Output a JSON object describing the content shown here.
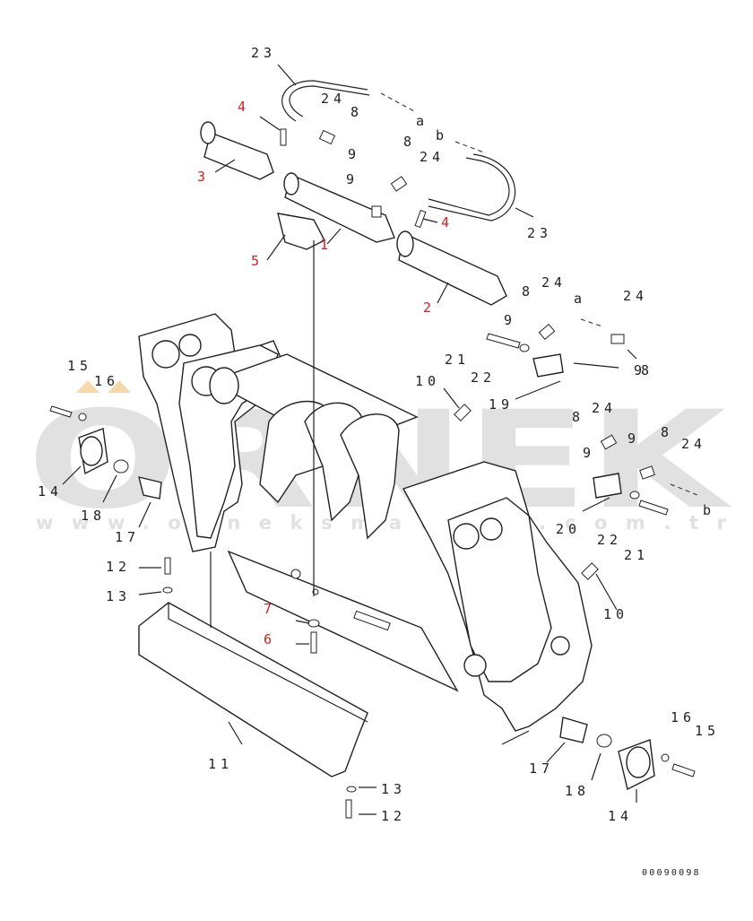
{
  "watermark": {
    "brand": "ORNEK",
    "site": "www.orneksmakina.com.tr"
  },
  "drawing_code": "00090098",
  "callouts": {
    "c1": "1",
    "c2": "2",
    "c3": "3",
    "c4a": "4",
    "c4b": "4",
    "c5": "5",
    "c6": "6",
    "c7": "7",
    "c8a": "8",
    "c8b": "8",
    "c8c": "8",
    "c8d": "8",
    "c8e": "8",
    "c8f": "8",
    "c9a": "9",
    "c9b": "9",
    "c9c": "9",
    "c9d": "9",
    "c9e": "9",
    "c9f": "9",
    "c10a": "10",
    "c10b": "10",
    "c11": "11",
    "c12a": "12",
    "c12b": "12",
    "c13a": "13",
    "c13b": "13",
    "c14a": "14",
    "c14b": "14",
    "c15a": "15",
    "c15b": "15",
    "c16a": "16",
    "c16b": "16",
    "c17a": "17",
    "c17b": "17",
    "c18a": "18",
    "c18b": "18",
    "c19": "19",
    "c20": "20",
    "c21a": "21",
    "c21b": "21",
    "c22a": "22",
    "c22b": "22",
    "c23a": "23",
    "c23b": "23",
    "c24a": "24",
    "c24b": "24",
    "c24c": "24",
    "c24d": "24",
    "c24e": "24",
    "c24f": "24",
    "a1": "a",
    "a2": "a",
    "b1": "b",
    "b2": "b"
  },
  "colors": {
    "ink": "#222222",
    "highlight": "#d22020",
    "watermark": "#c9c9c9"
  }
}
